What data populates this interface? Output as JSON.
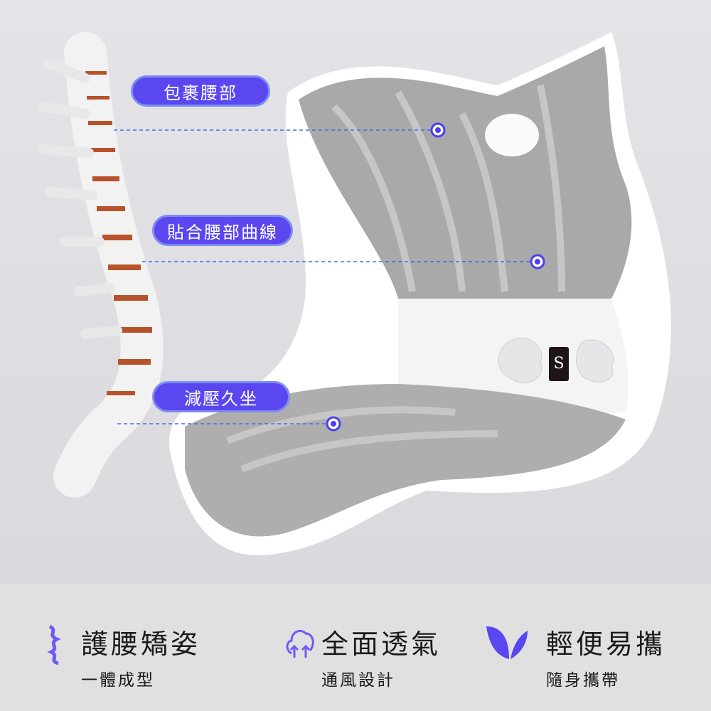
{
  "callouts": [
    {
      "label": "包裹腰部"
    },
    {
      "label": "貼合腰部曲線"
    },
    {
      "label": "減壓久坐"
    }
  ],
  "features": [
    {
      "icon": "spine-icon",
      "title": "護腰矯姿",
      "subtitle": "一體成型"
    },
    {
      "icon": "breathable-icon",
      "title": "全面透氣",
      "subtitle": "通風設計"
    },
    {
      "icon": "leaf-icon",
      "title": "輕便易攜",
      "subtitle": "隨身攜帶"
    }
  ],
  "colors": {
    "accent": "#5a47f0",
    "dot": "#4b3df0",
    "line": "#3e6ee8"
  }
}
